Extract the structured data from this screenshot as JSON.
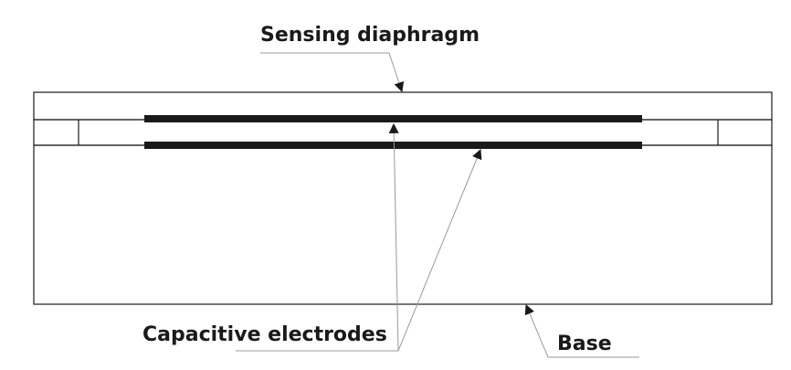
{
  "labels": {
    "sensing_diaphragm": "Sensing diaphragm",
    "capacitive_electrodes": "Capacitive electrodes",
    "base": "Base"
  },
  "colors": {
    "stroke": "#1a1a1a",
    "leader": "#9a9a9a",
    "electrode": "#1a1a1a",
    "background": "#ffffff"
  }
}
